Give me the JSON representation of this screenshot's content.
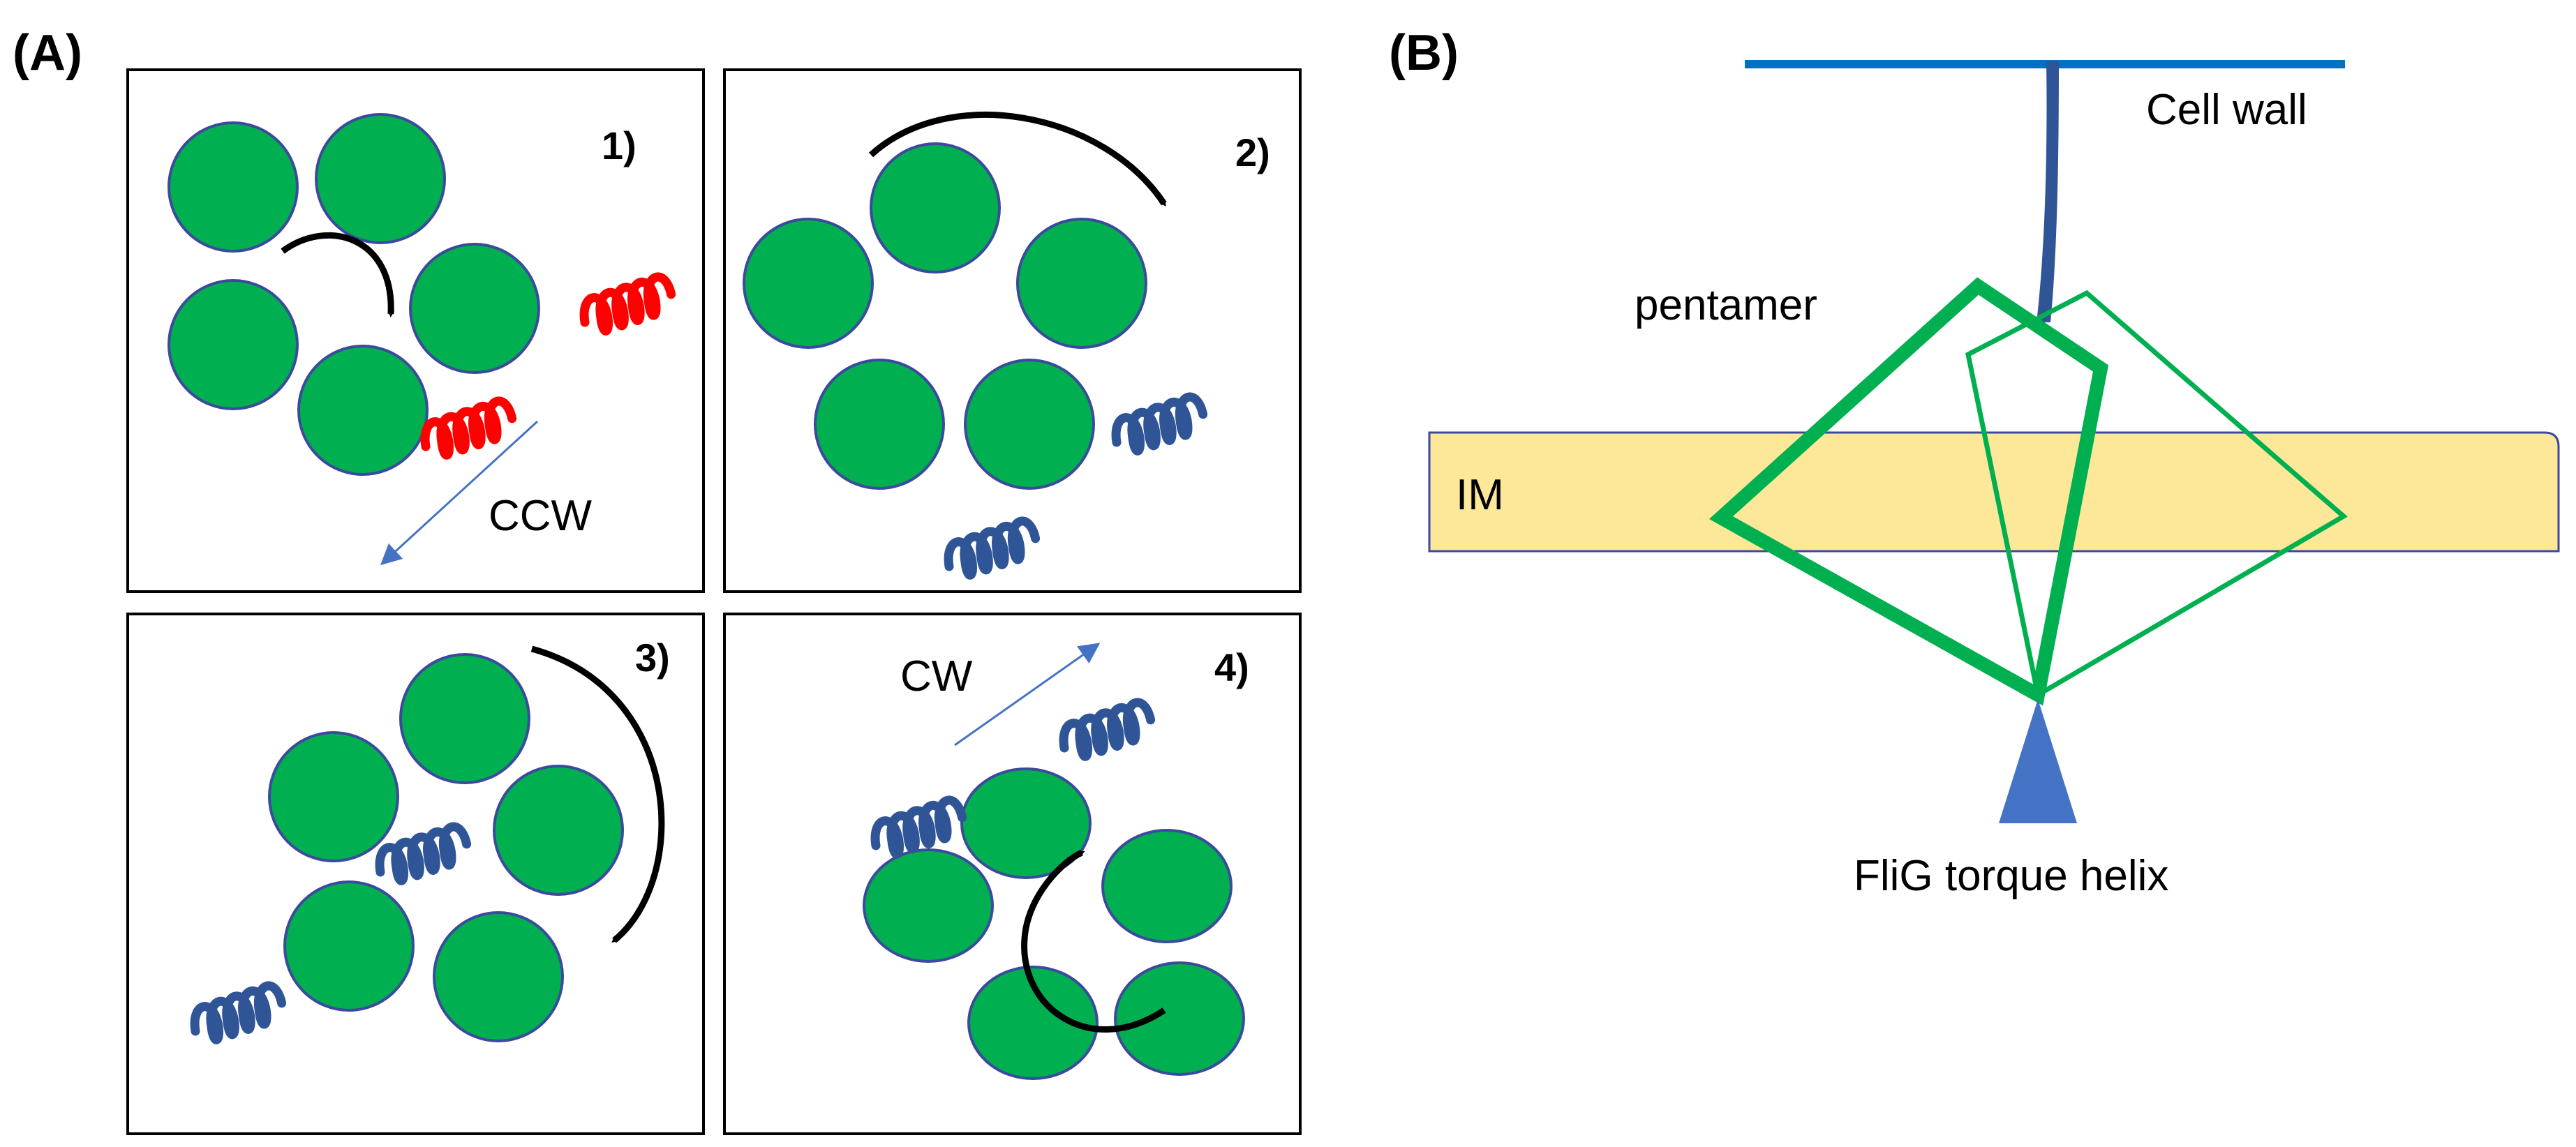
{
  "labels": {
    "panel_a": "(A)",
    "panel_b": "(B)",
    "step1": "1)",
    "step2": "2)",
    "step3": "3)",
    "step4": "4)",
    "ccw": "CCW",
    "cw": "CW",
    "cell_wall": "Cell wall",
    "pentamer": "pentamer",
    "im": "IM",
    "flig": "FliG torque helix"
  },
  "colors": {
    "disk": "#00b050",
    "disk_outline": "#3b4a9c",
    "helix_ccw": "#ff0000",
    "helix_cw": "#2f5597",
    "pentamer": "#00b050",
    "membrane": "#fde89a",
    "cell_wall": "#0070c0",
    "stalk": "#2f5597",
    "flig_triangle": "#4472c4",
    "direction_arrow": "#4472c4"
  }
}
